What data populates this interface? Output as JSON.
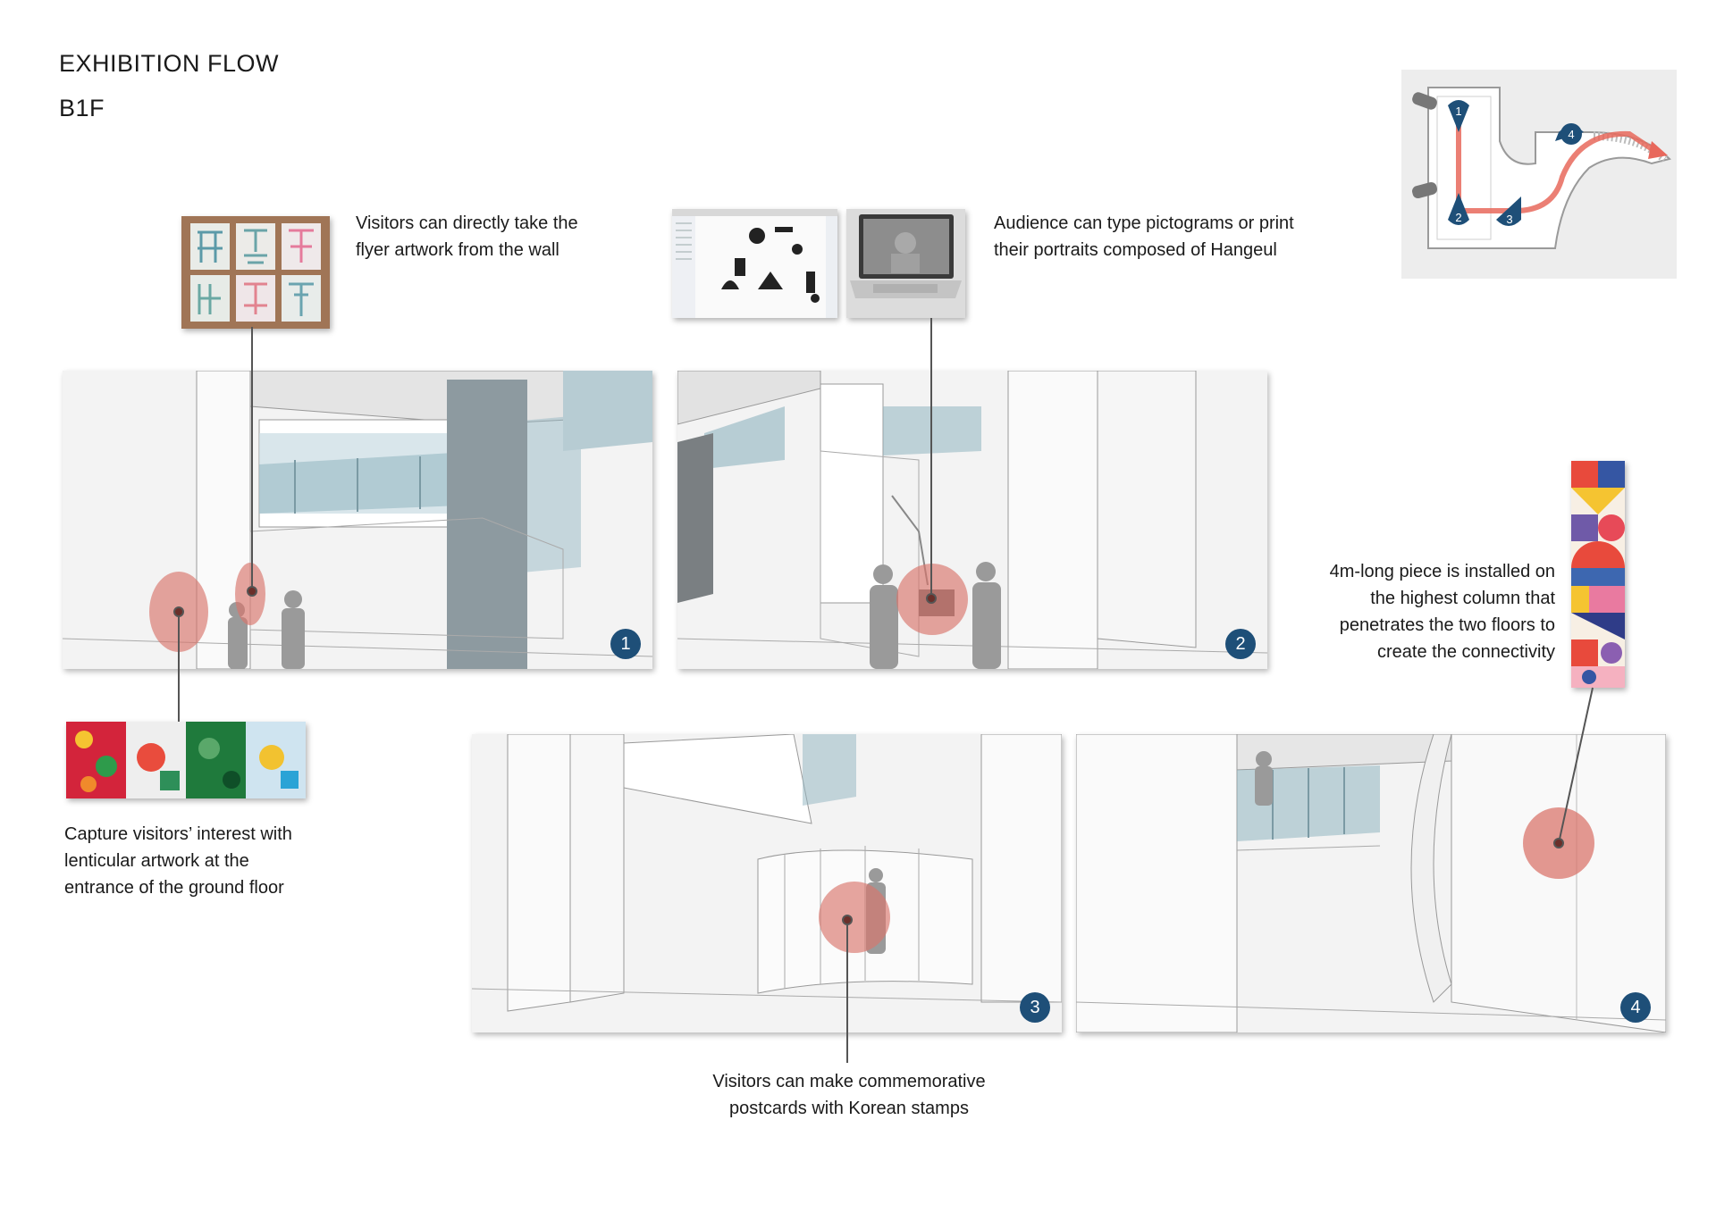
{
  "header": {
    "title": "EXHIBITION FLOW",
    "floor": "B1F"
  },
  "captions": {
    "flyer": "Visitors can directly take the flyer artwork from the wall",
    "pictogram": "Audience can type pictograms or print their portraits composed of Hangeul",
    "lenticular": "Capture visitors’ interest with lenticular artwork at the entrance of the ground floor",
    "postcards": "Visitors can make commemorative postcards with Korean stamps",
    "column": "4m-long piece is installed on the highest column that penetrates the two floors to create the connectivity"
  },
  "scenes": [
    {
      "number": "1"
    },
    {
      "number": "2"
    },
    {
      "number": "3"
    },
    {
      "number": "4"
    }
  ],
  "floorplan": {
    "markers": [
      "1",
      "2",
      "3",
      "4"
    ]
  },
  "colors": {
    "highlight": "#d9756c",
    "badge": "#1e4f78",
    "glass": "#8fb4c0",
    "route": "#e8685c"
  }
}
